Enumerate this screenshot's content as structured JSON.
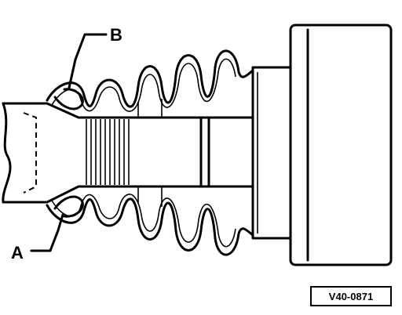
{
  "labels": {
    "a": "A",
    "b": "B"
  },
  "figure_code": "V40-0871"
}
